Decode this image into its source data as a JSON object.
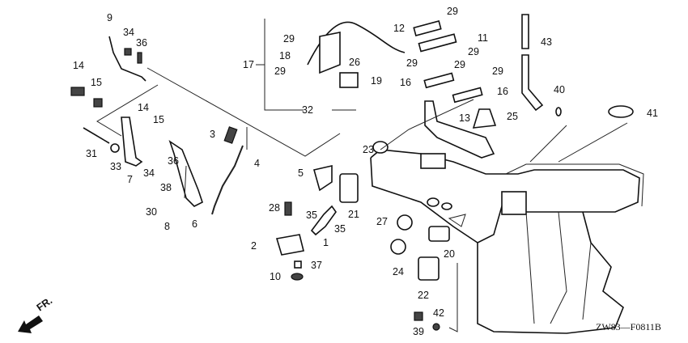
{
  "diagram": {
    "drawing_code": "ZW83—F0811B",
    "front_arrow_label": "FR.",
    "callouts": [
      "9",
      "34",
      "36",
      "14",
      "15",
      "14",
      "15",
      "31",
      "33",
      "7",
      "34",
      "36",
      "38",
      "30",
      "8",
      "6",
      "3",
      "4",
      "17",
      "29",
      "18",
      "29",
      "32",
      "26",
      "19",
      "29",
      "12",
      "11",
      "29",
      "29",
      "29",
      "29",
      "16",
      "16",
      "13",
      "25",
      "43",
      "40",
      "41",
      "23",
      "5",
      "28",
      "35",
      "35",
      "21",
      "2",
      "1",
      "37",
      "10",
      "27",
      "20",
      "24",
      "22",
      "39",
      "42"
    ]
  }
}
